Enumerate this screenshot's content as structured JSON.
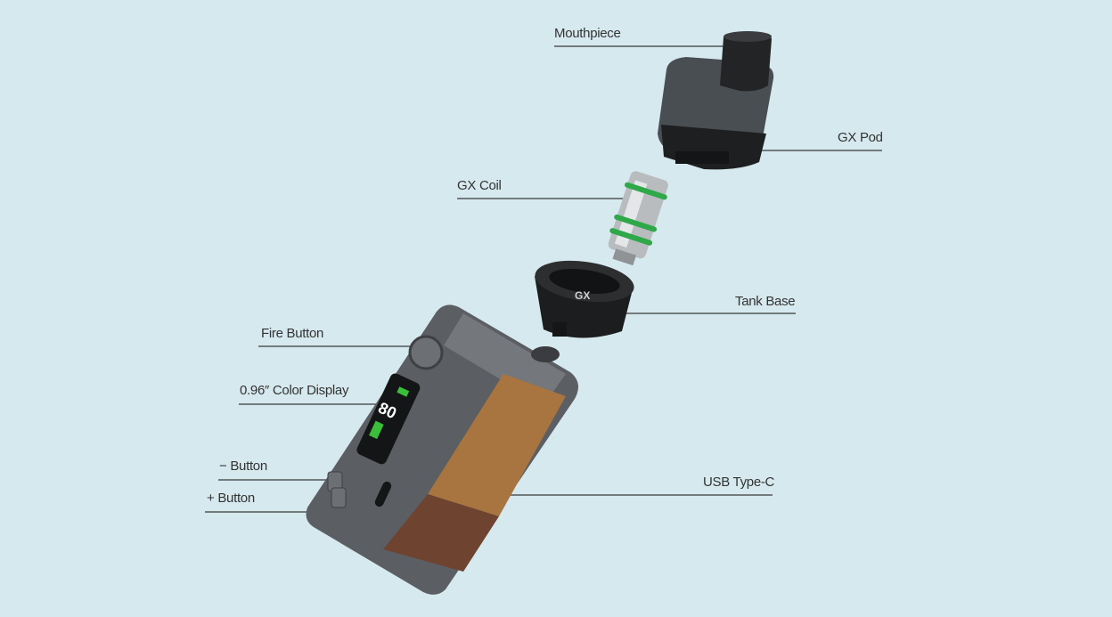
{
  "labels": {
    "mouthpiece": "Mouthpiece",
    "gx_pod": "GX Pod",
    "gx_coil": "GX Coil",
    "tank_base": "Tank Base",
    "fire_button": "Fire Button",
    "color_display": "0.96″ Color Display",
    "minus_button": "− Button",
    "plus_button": "+ Button",
    "usb_type_c": "USB Type-C"
  },
  "product_marks": {
    "tank_base_logo": "GX",
    "display_reading": "80"
  },
  "colors": {
    "background": "#d6e9ee",
    "leader_line": "#3a3a3a",
    "leather_tan": "#a8743f",
    "leather_brown": "#6e4431",
    "body_gunmetal": "#5b5e62",
    "coil_ring_green": "#2fa84a"
  }
}
